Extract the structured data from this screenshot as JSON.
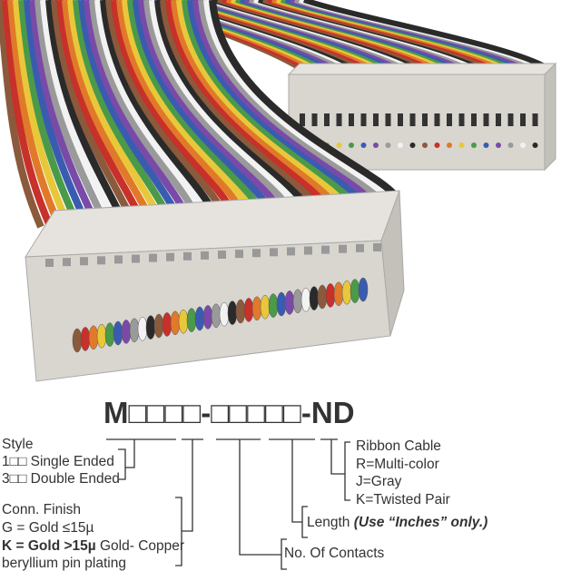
{
  "part_number": "M□□□□-□□□□□-ND",
  "style": {
    "title": "Style",
    "options": [
      "1□□ Single Ended",
      "3□□ Double Ended"
    ]
  },
  "finish": {
    "title": "Conn. Finish",
    "g": "G = Gold ≤15µ",
    "k_bold": "K = Gold >15µ",
    "k_rest": " Gold- Copper",
    "k_line2": "beryllium pin plating"
  },
  "contacts": "No. Of Contacts",
  "length": {
    "label": "Length ",
    "note": "(Use “Inches” only.)"
  },
  "cable": {
    "title": "Ribbon Cable",
    "options": [
      "R=Multi-color",
      "J=Gray",
      "K=Twisted Pair"
    ]
  },
  "wire_colors": [
    "#8b5a3c",
    "#c8302a",
    "#e07a2a",
    "#e8c83a",
    "#4a9a4a",
    "#3a5cb0",
    "#7a4aa8",
    "#9a9a9a",
    "#f2f2f2",
    "#2a2a2a"
  ],
  "connector_color": "#d9d5cf"
}
